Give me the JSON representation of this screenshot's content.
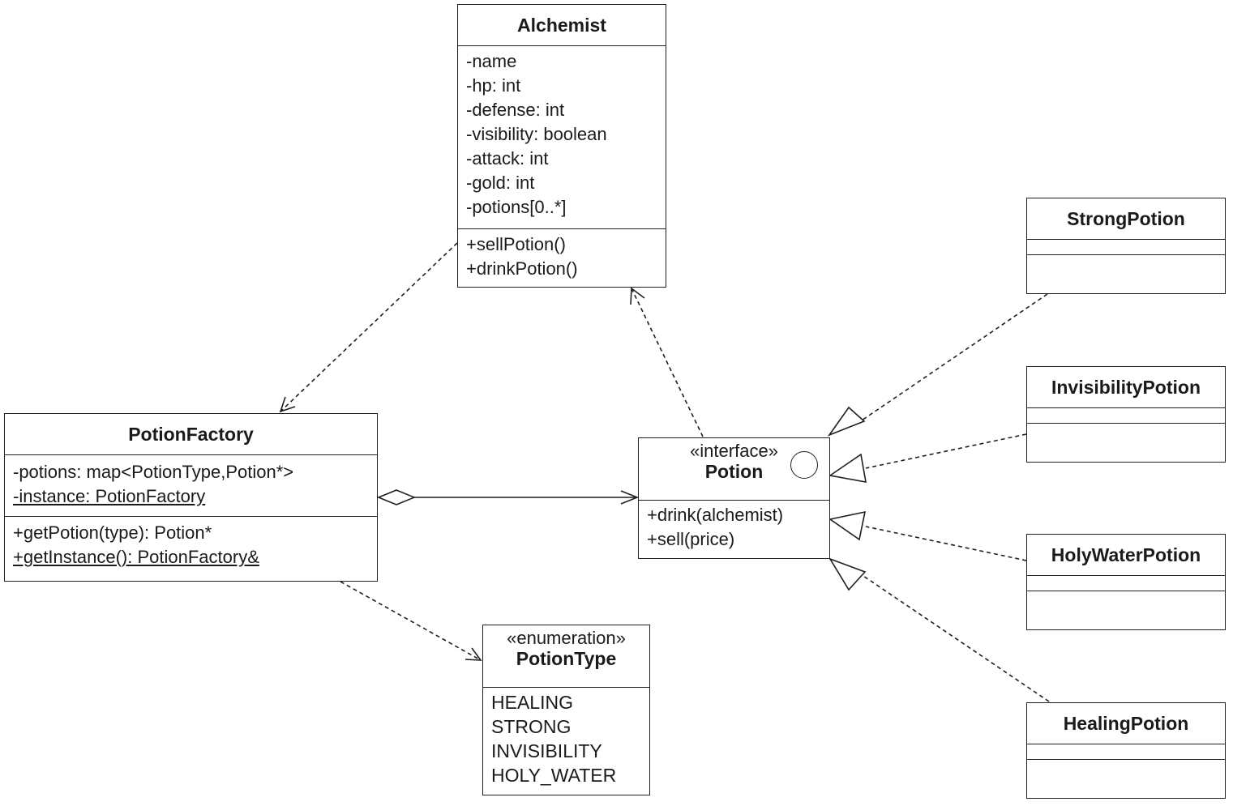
{
  "diagram": {
    "alchemist": {
      "name": "Alchemist",
      "attributes": [
        "-name",
        "-hp: int",
        "-defense: int",
        "-visibility: boolean",
        "-attack: int",
        "-gold: int",
        "-potions[0..*]"
      ],
      "operations": [
        "+sellPotion()",
        "+drinkPotion()"
      ]
    },
    "potion_factory": {
      "name": "PotionFactory",
      "attributes": [
        "-potions: map<PotionType,Potion*>",
        "-instance: PotionFactory"
      ],
      "operations": [
        "+getPotion(type): Potion*",
        "+getInstance(): PotionFactory&"
      ]
    },
    "potion": {
      "stereotype": "«interface»",
      "name": "Potion",
      "operations": [
        "+drink(alchemist)",
        "+sell(price)"
      ]
    },
    "potion_type": {
      "stereotype": "«enumeration»",
      "name": "PotionType",
      "literals": [
        "HEALING",
        "STRONG",
        "INVISIBILITY",
        "HOLY_WATER"
      ]
    },
    "strong_potion": {
      "name": "StrongPotion"
    },
    "invisibility_potion": {
      "name": "InvisibilityPotion"
    },
    "holy_water_potion": {
      "name": "HolyWaterPotion"
    },
    "healing_potion": {
      "name": "HealingPotion"
    }
  },
  "colors": {
    "line": "#1f1f1f",
    "background": "#ffffff",
    "text": "#1a1a1a"
  }
}
